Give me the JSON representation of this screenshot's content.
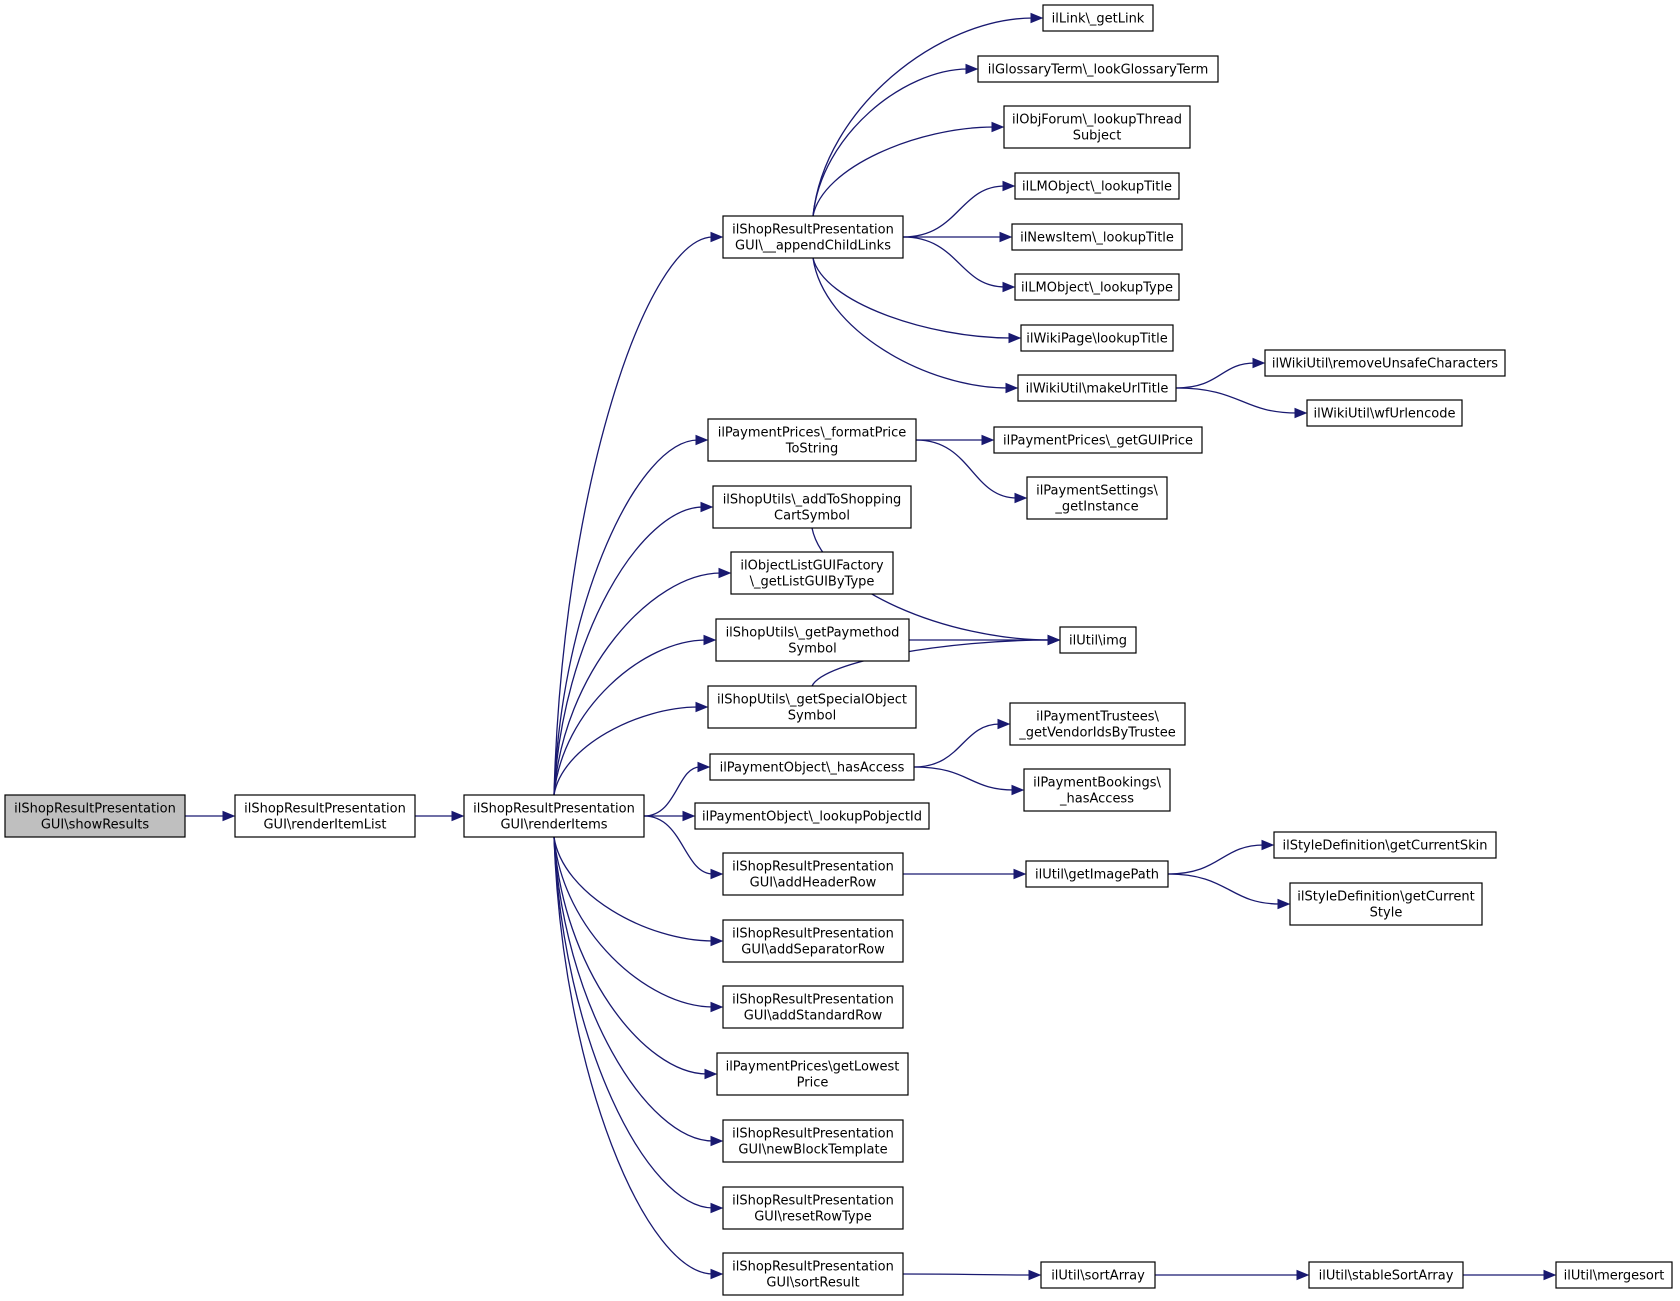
{
  "graph": {
    "nodes": [
      {
        "id": "showResults",
        "lines": [
          "ilShopResultPresentation",
          "GUI\\showResults"
        ],
        "root": true
      },
      {
        "id": "renderItemList",
        "lines": [
          "ilShopResultPresentation",
          "GUI\\renderItemList"
        ]
      },
      {
        "id": "renderItems",
        "lines": [
          "ilShopResultPresentation",
          "GUI\\renderItems"
        ]
      },
      {
        "id": "appendChildLinks",
        "lines": [
          "ilShopResultPresentation",
          "GUI\\__appendChildLinks"
        ]
      },
      {
        "id": "getLink",
        "lines": [
          "ilLink\\_getLink"
        ]
      },
      {
        "id": "lookGlossaryTerm",
        "lines": [
          "ilGlossaryTerm\\_lookGlossaryTerm"
        ]
      },
      {
        "id": "lookupThreadSubject",
        "lines": [
          "ilObjForum\\_lookupThread",
          "Subject"
        ]
      },
      {
        "id": "lmLookupTitle",
        "lines": [
          "ilLMObject\\_lookupTitle"
        ]
      },
      {
        "id": "newsLookupTitle",
        "lines": [
          "ilNewsItem\\_lookupTitle"
        ]
      },
      {
        "id": "lmLookupType",
        "lines": [
          "ilLMObject\\_lookupType"
        ]
      },
      {
        "id": "wikiLookupTitle",
        "lines": [
          "ilWikiPage\\lookupTitle"
        ]
      },
      {
        "id": "makeUrlTitle",
        "lines": [
          "ilWikiUtil\\makeUrlTitle"
        ]
      },
      {
        "id": "removeUnsafe",
        "lines": [
          "ilWikiUtil\\removeUnsafeCharacters"
        ]
      },
      {
        "id": "wfUrlencode",
        "lines": [
          "ilWikiUtil\\wfUrlencode"
        ]
      },
      {
        "id": "formatPrice",
        "lines": [
          "ilPaymentPrices\\_formatPrice",
          "ToString"
        ]
      },
      {
        "id": "getGUIPrice",
        "lines": [
          "ilPaymentPrices\\_getGUIPrice"
        ]
      },
      {
        "id": "paySettingsInstance",
        "lines": [
          "ilPaymentSettings\\",
          "_getInstance"
        ]
      },
      {
        "id": "addToCart",
        "lines": [
          "ilShopUtils\\_addToShopping",
          "CartSymbol"
        ]
      },
      {
        "id": "getListGUI",
        "lines": [
          "ilObjectListGUIFactory",
          "\\_getListGUIByType"
        ]
      },
      {
        "id": "getPaymethod",
        "lines": [
          "ilShopUtils\\_getPaymethod",
          "Symbol"
        ]
      },
      {
        "id": "utilImg",
        "lines": [
          "ilUtil\\img"
        ]
      },
      {
        "id": "getSpecial",
        "lines": [
          "ilShopUtils\\_getSpecialObject",
          "Symbol"
        ]
      },
      {
        "id": "hasAccess",
        "lines": [
          "ilPaymentObject\\_hasAccess"
        ]
      },
      {
        "id": "vendorIds",
        "lines": [
          "ilPaymentTrustees\\",
          "_getVendorIdsByTrustee"
        ]
      },
      {
        "id": "bookingsHasAccess",
        "lines": [
          "ilPaymentBookings\\",
          "_hasAccess"
        ]
      },
      {
        "id": "lookupPobjectId",
        "lines": [
          "ilPaymentObject\\_lookupPobjectId"
        ]
      },
      {
        "id": "addHeaderRow",
        "lines": [
          "ilShopResultPresentation",
          "GUI\\addHeaderRow"
        ]
      },
      {
        "id": "getImagePath",
        "lines": [
          "ilUtil\\getImagePath"
        ]
      },
      {
        "id": "currentSkin",
        "lines": [
          "ilStyleDefinition\\getCurrentSkin"
        ]
      },
      {
        "id": "currentStyle",
        "lines": [
          "ilStyleDefinition\\getCurrent",
          "Style"
        ]
      },
      {
        "id": "addSeparatorRow",
        "lines": [
          "ilShopResultPresentation",
          "GUI\\addSeparatorRow"
        ]
      },
      {
        "id": "addStandardRow",
        "lines": [
          "ilShopResultPresentation",
          "GUI\\addStandardRow"
        ]
      },
      {
        "id": "getLowestPrice",
        "lines": [
          "ilPaymentPrices\\getLowest",
          "Price"
        ]
      },
      {
        "id": "newBlockTemplate",
        "lines": [
          "ilShopResultPresentation",
          "GUI\\newBlockTemplate"
        ]
      },
      {
        "id": "resetRowType",
        "lines": [
          "ilShopResultPresentation",
          "GUI\\resetRowType"
        ]
      },
      {
        "id": "sortResult",
        "lines": [
          "ilShopResultPresentation",
          "GUI\\sortResult"
        ]
      },
      {
        "id": "sortArray",
        "lines": [
          "ilUtil\\sortArray"
        ]
      },
      {
        "id": "stableSortArray",
        "lines": [
          "ilUtil\\stableSortArray"
        ]
      },
      {
        "id": "mergesort",
        "lines": [
          "ilUtil\\mergesort"
        ]
      }
    ],
    "edges": [
      [
        "showResults",
        "renderItemList"
      ],
      [
        "renderItemList",
        "renderItems"
      ],
      [
        "renderItems",
        "appendChildLinks"
      ],
      [
        "renderItems",
        "formatPrice"
      ],
      [
        "renderItems",
        "addToCart"
      ],
      [
        "renderItems",
        "getListGUI"
      ],
      [
        "renderItems",
        "getPaymethod"
      ],
      [
        "renderItems",
        "getSpecial"
      ],
      [
        "renderItems",
        "hasAccess"
      ],
      [
        "renderItems",
        "lookupPobjectId"
      ],
      [
        "renderItems",
        "addHeaderRow"
      ],
      [
        "renderItems",
        "addSeparatorRow"
      ],
      [
        "renderItems",
        "addStandardRow"
      ],
      [
        "renderItems",
        "getLowestPrice"
      ],
      [
        "renderItems",
        "newBlockTemplate"
      ],
      [
        "renderItems",
        "resetRowType"
      ],
      [
        "renderItems",
        "sortResult"
      ],
      [
        "appendChildLinks",
        "getLink"
      ],
      [
        "appendChildLinks",
        "lookGlossaryTerm"
      ],
      [
        "appendChildLinks",
        "lookupThreadSubject"
      ],
      [
        "appendChildLinks",
        "lmLookupTitle"
      ],
      [
        "appendChildLinks",
        "newsLookupTitle"
      ],
      [
        "appendChildLinks",
        "lmLookupType"
      ],
      [
        "appendChildLinks",
        "wikiLookupTitle"
      ],
      [
        "appendChildLinks",
        "makeUrlTitle"
      ],
      [
        "makeUrlTitle",
        "removeUnsafe"
      ],
      [
        "makeUrlTitle",
        "wfUrlencode"
      ],
      [
        "formatPrice",
        "getGUIPrice"
      ],
      [
        "formatPrice",
        "paySettingsInstance"
      ],
      [
        "addToCart",
        "utilImg"
      ],
      [
        "getPaymethod",
        "utilImg"
      ],
      [
        "getSpecial",
        "utilImg"
      ],
      [
        "hasAccess",
        "vendorIds"
      ],
      [
        "hasAccess",
        "bookingsHasAccess"
      ],
      [
        "addHeaderRow",
        "getImagePath"
      ],
      [
        "getImagePath",
        "currentSkin"
      ],
      [
        "getImagePath",
        "currentStyle"
      ],
      [
        "sortResult",
        "sortArray"
      ],
      [
        "sortArray",
        "stableSortArray"
      ],
      [
        "stableSortArray",
        "mergesort"
      ]
    ]
  }
}
